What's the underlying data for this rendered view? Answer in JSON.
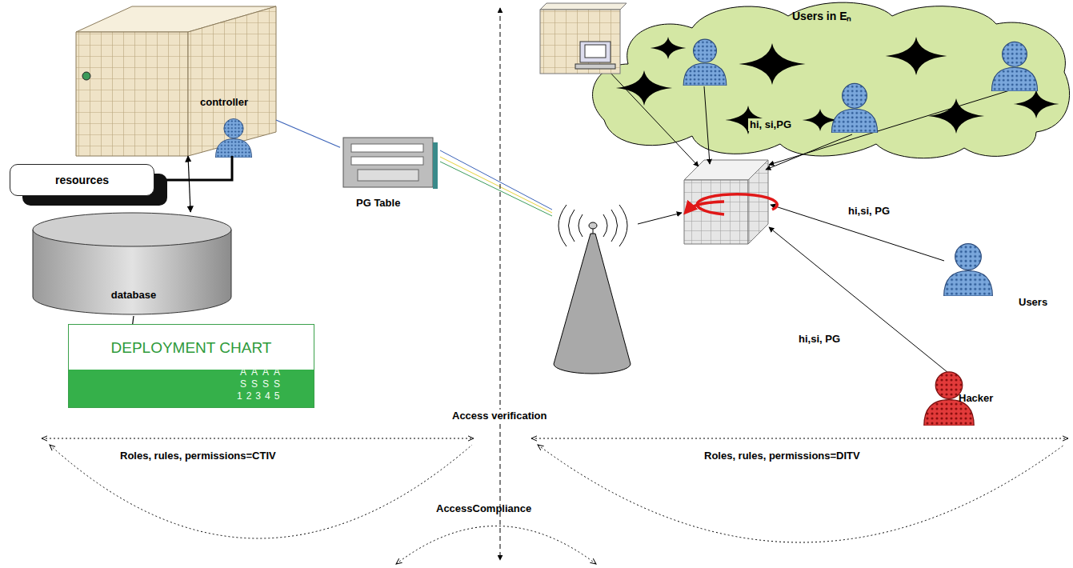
{
  "diagram": {
    "nodes": [
      {
        "text": [
          "controller"
        ]
      },
      {
        "text": [
          "resources"
        ]
      },
      {
        "text": [
          "database"
        ]
      },
      {
        "text": [
          "DEPLOYMENT CHART"
        ]
      },
      {
        "text": [
          "PG Table"
        ]
      },
      {
        "text": [
          "Users in Eₙ"
        ]
      },
      {
        "text": [
          "Users"
        ]
      },
      {
        "text": [
          "Hacker"
        ]
      }
    ],
    "edges": [
      {
        "from": 0,
        "to": 2,
        "arrow": "both"
      },
      {
        "from": 0,
        "to": 1,
        "arrow": "none"
      },
      {
        "from": 0,
        "to": 4,
        "arrow": "none"
      },
      {
        "from": 2,
        "to": 3,
        "arrow": "none"
      }
    ],
    "labels": [
      "hi,  si,PG",
      "hi,si, PG",
      "hi,si, PG",
      "Access verification",
      "Roles, rules, permissions=CTIV",
      "AccessCompliance",
      "Roles, rules, permissions=DITV",
      "AAAA",
      "SSSS",
      "12345"
    ]
  }
}
